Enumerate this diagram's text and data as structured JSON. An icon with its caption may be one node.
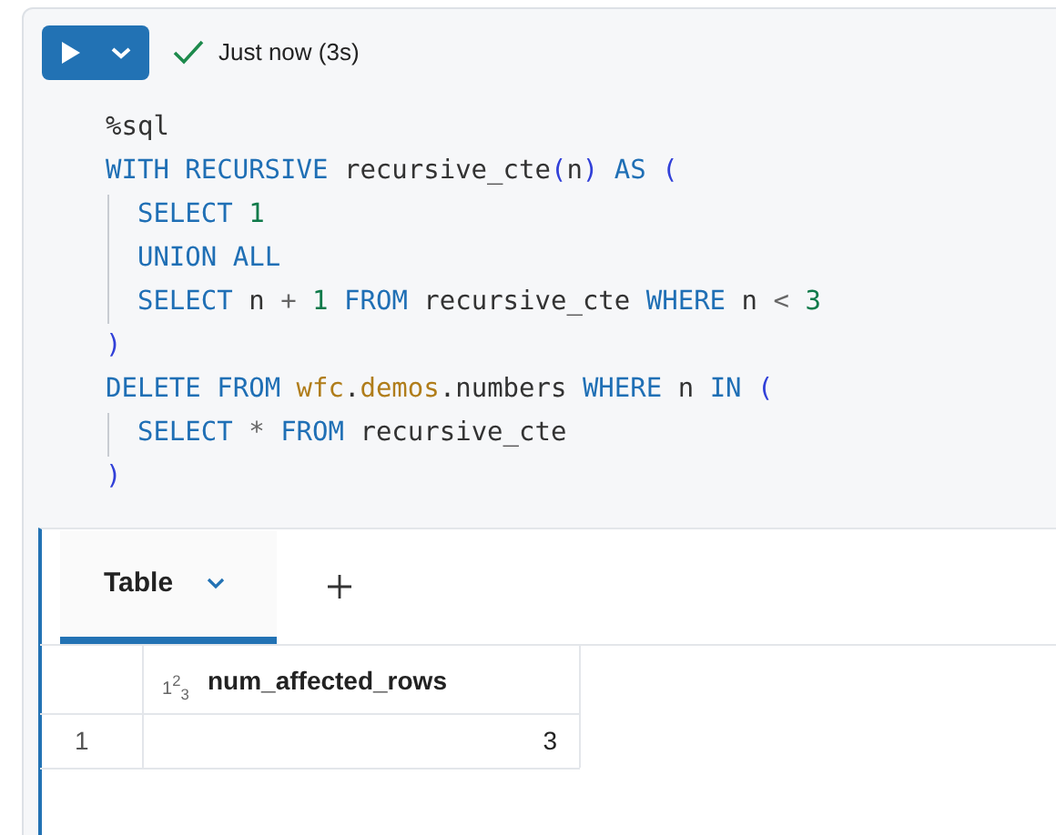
{
  "diagram": {
    "labels": [
      "Just now (3s)",
      "%sql",
      "WITH RECURSIVE recursive_cte(n) AS (",
      "  SELECT 1",
      "  UNION ALL",
      "  SELECT n + 1 FROM recursive_cte WHERE n < 3",
      ")",
      "DELETE FROM wfc.demos.numbers WHERE n IN (",
      "  SELECT * FROM recursive_cte",
      ")",
      "Table",
      "1$^{2}$$_{3}$",
      "num_affected_rows",
      "1",
      "3"
    ]
  }
}
